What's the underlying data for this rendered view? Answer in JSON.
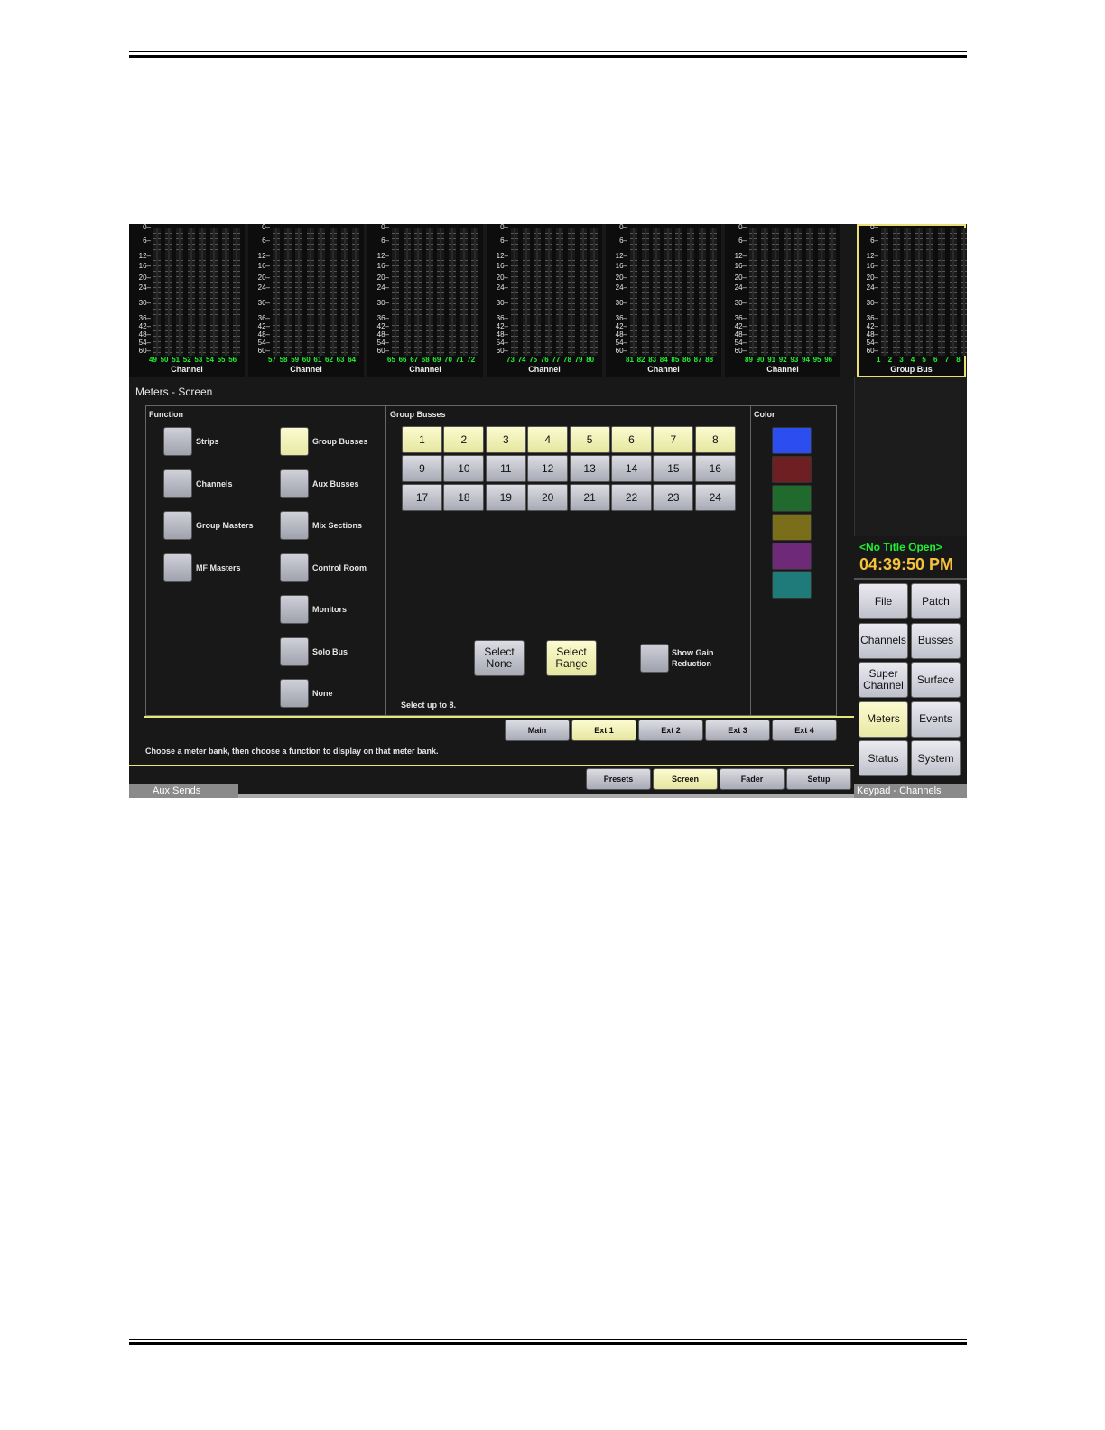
{
  "meters": {
    "scale_labels": [
      "0",
      "6",
      "12",
      "16",
      "20",
      "24",
      "30",
      "36",
      "42",
      "48",
      "54",
      "60"
    ],
    "banks": [
      {
        "label": "Channel",
        "numbers": [
          "49",
          "50",
          "51",
          "52",
          "53",
          "54",
          "55",
          "56"
        ]
      },
      {
        "label": "Channel",
        "numbers": [
          "57",
          "58",
          "59",
          "60",
          "61",
          "62",
          "63",
          "64"
        ]
      },
      {
        "label": "Channel",
        "numbers": [
          "65",
          "66",
          "67",
          "68",
          "69",
          "70",
          "71",
          "72"
        ]
      },
      {
        "label": "Channel",
        "numbers": [
          "73",
          "74",
          "75",
          "76",
          "77",
          "78",
          "79",
          "80"
        ]
      },
      {
        "label": "Channel",
        "numbers": [
          "81",
          "82",
          "83",
          "84",
          "85",
          "86",
          "87",
          "88"
        ]
      },
      {
        "label": "Channel",
        "numbers": [
          "89",
          "90",
          "91",
          "92",
          "93",
          "94",
          "95",
          "96"
        ]
      },
      {
        "label": "Group Bus",
        "numbers": [
          "1",
          "2",
          "3",
          "4",
          "5",
          "6",
          "7",
          "8"
        ]
      }
    ]
  },
  "screen_title": "Meters - Screen",
  "function_panel": {
    "title": "Function",
    "left": [
      "Strips",
      "Channels",
      "Group Masters",
      "MF Masters"
    ],
    "right": [
      "Group Busses",
      "Aux Busses",
      "Mix Sections",
      "Control Room",
      "Monitors",
      "Solo Bus",
      "None"
    ],
    "selected": "Group Busses"
  },
  "group_busses_panel": {
    "title": "Group Busses",
    "buttons": [
      "1",
      "2",
      "3",
      "4",
      "5",
      "6",
      "7",
      "8",
      "9",
      "10",
      "11",
      "12",
      "13",
      "14",
      "15",
      "16",
      "17",
      "18",
      "19",
      "20",
      "21",
      "22",
      "23",
      "24"
    ],
    "selected": [
      "1",
      "2",
      "3",
      "4",
      "5",
      "6",
      "7",
      "8"
    ],
    "select_none": "Select None",
    "select_range": "Select Range",
    "show_gain_reduction": "Show Gain Reduction",
    "note": "Select up to 8."
  },
  "color_panel": {
    "title": "Color",
    "swatches": [
      "#2c4ef0",
      "#6e1f22",
      "#1f6a2c",
      "#7a6e1a",
      "#6e2a78",
      "#1f7a7a"
    ]
  },
  "bank_tabs": [
    "Main",
    "Ext 1",
    "Ext 2",
    "Ext 3",
    "Ext 4"
  ],
  "bank_tabs_selected": "Ext 1",
  "instruction": "Choose a meter bank, then choose a function to display on that meter bank.",
  "bottom_tabs": [
    "Presets",
    "Screen",
    "Fader",
    "Setup"
  ],
  "bottom_tabs_selected": "Screen",
  "aux_sends_label": "Aux Sends",
  "status": {
    "title": "<No Title Open>",
    "time": "04:39:50 PM"
  },
  "keypad": {
    "buttons": [
      "File",
      "Patch",
      "Channels",
      "Busses",
      "Super Channel",
      "Surface",
      "Meters",
      "Events",
      "Status",
      "System"
    ],
    "selected": "Meters",
    "label": "Keypad - Channels"
  }
}
